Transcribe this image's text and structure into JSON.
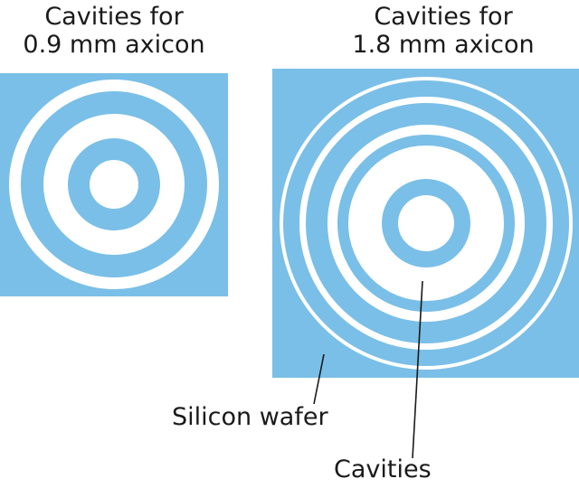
{
  "colors": {
    "wafer": "#7abfe7",
    "cavity": "#ffffff",
    "line": "#1a1a1a"
  },
  "left_panel": {
    "title_line1": "Cavities for",
    "title_line2": "0.9 mm axicon"
  },
  "right_panel": {
    "title_line1": "Cavities for",
    "title_line2": "1.8 mm axicon"
  },
  "labels": {
    "wafer": "Silicon wafer",
    "cavities": "Cavities"
  }
}
